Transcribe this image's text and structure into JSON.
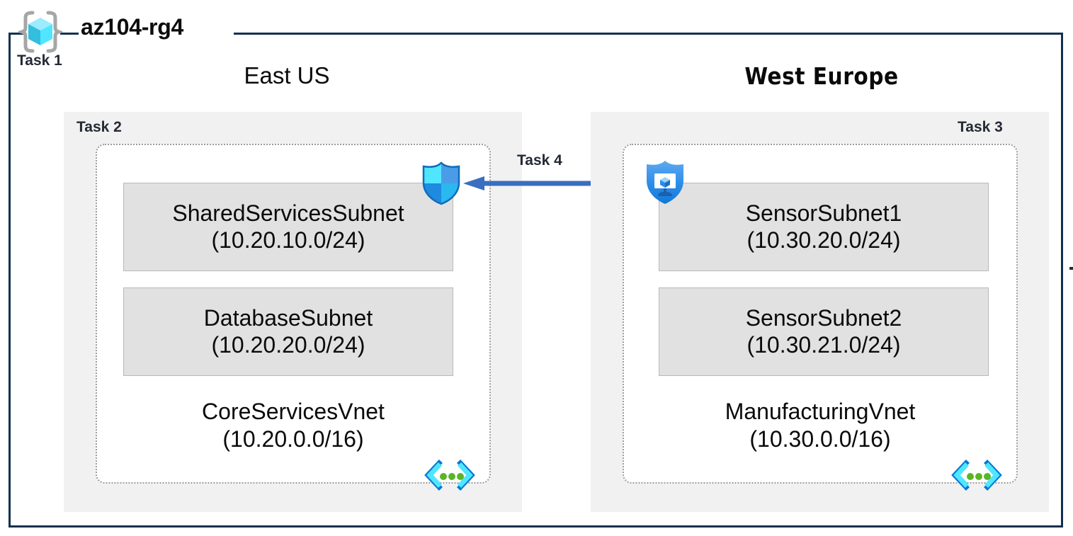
{
  "diagram": {
    "resource_group": {
      "name": "az104-rg4",
      "icon": "resource-group-icon",
      "task_label": "Task 1"
    },
    "regions": [
      {
        "id": "east-us",
        "name": "East US",
        "task_label": "Task 2",
        "vnet": {
          "name": "CoreServicesVnet",
          "cidr": "(10.20.0.0/16)",
          "icon": "virtual-network-icon",
          "subnets": [
            {
              "name": "SharedServicesSubnet",
              "cidr": "(10.20.10.0/24)"
            },
            {
              "name": "DatabaseSubnet",
              "cidr": "(10.20.20.0/24)"
            }
          ],
          "attached_icon": "network-security-group-shield-icon"
        }
      },
      {
        "id": "west-europe",
        "name": "West Europe",
        "task_label": "Task 3",
        "vnet": {
          "name": "ManufacturingVnet",
          "cidr": "(10.30.0.0/16)",
          "icon": "virtual-network-icon",
          "subnets": [
            {
              "name": "SensorSubnet1",
              "cidr": "(10.30.20.0/24)"
            },
            {
              "name": "SensorSubnet2",
              "cidr": "(10.30.21.0/24)"
            }
          ],
          "attached_icon": "defender-vm-shield-icon"
        }
      }
    ],
    "connection": {
      "task_label": "Task 4",
      "direction": "right-to-left",
      "icon": "peering-arrow-icon"
    },
    "colors": {
      "rg_border": "#12314f",
      "region_fill": "#f1f1f1",
      "subnet_fill": "#e1e1e1",
      "subnet_border": "#b9b9b9",
      "vnet_border": "#9a9a9a",
      "arrow": "#3a6ec0",
      "task_text": "#242a35",
      "azure_cyan": "#50e6ff",
      "azure_blue": "#0078d4"
    }
  }
}
